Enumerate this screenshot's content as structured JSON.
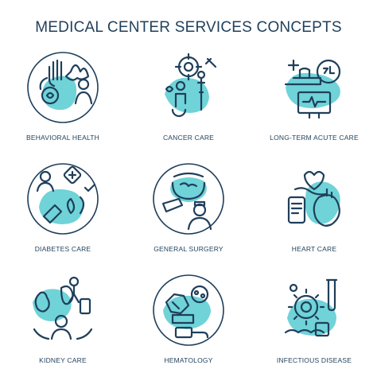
{
  "title": "MEDICAL CENTER SERVICES CONCEPTS",
  "palette": {
    "accent": "#6fd3d8",
    "ink": "#1f3f5b",
    "background": "#ffffff"
  },
  "items": [
    {
      "label": "BEHAVIORAL HEALTH",
      "icon": "behavioral-health-icon"
    },
    {
      "label": "CANCER CARE",
      "icon": "cancer-care-icon"
    },
    {
      "label": "LONG-TERM ACUTE CARE",
      "icon": "long-term-acute-care-icon"
    },
    {
      "label": "DIABETES CARE",
      "icon": "diabetes-care-icon"
    },
    {
      "label": "GENERAL SURGERY",
      "icon": "general-surgery-icon"
    },
    {
      "label": "HEART CARE",
      "icon": "heart-care-icon"
    },
    {
      "label": "KIDNEY CARE",
      "icon": "kidney-care-icon"
    },
    {
      "label": "HEMATOLOGY",
      "icon": "hematology-icon"
    },
    {
      "label": "INFECTIOUS DISEASE",
      "icon": "infectious-disease-icon"
    }
  ]
}
